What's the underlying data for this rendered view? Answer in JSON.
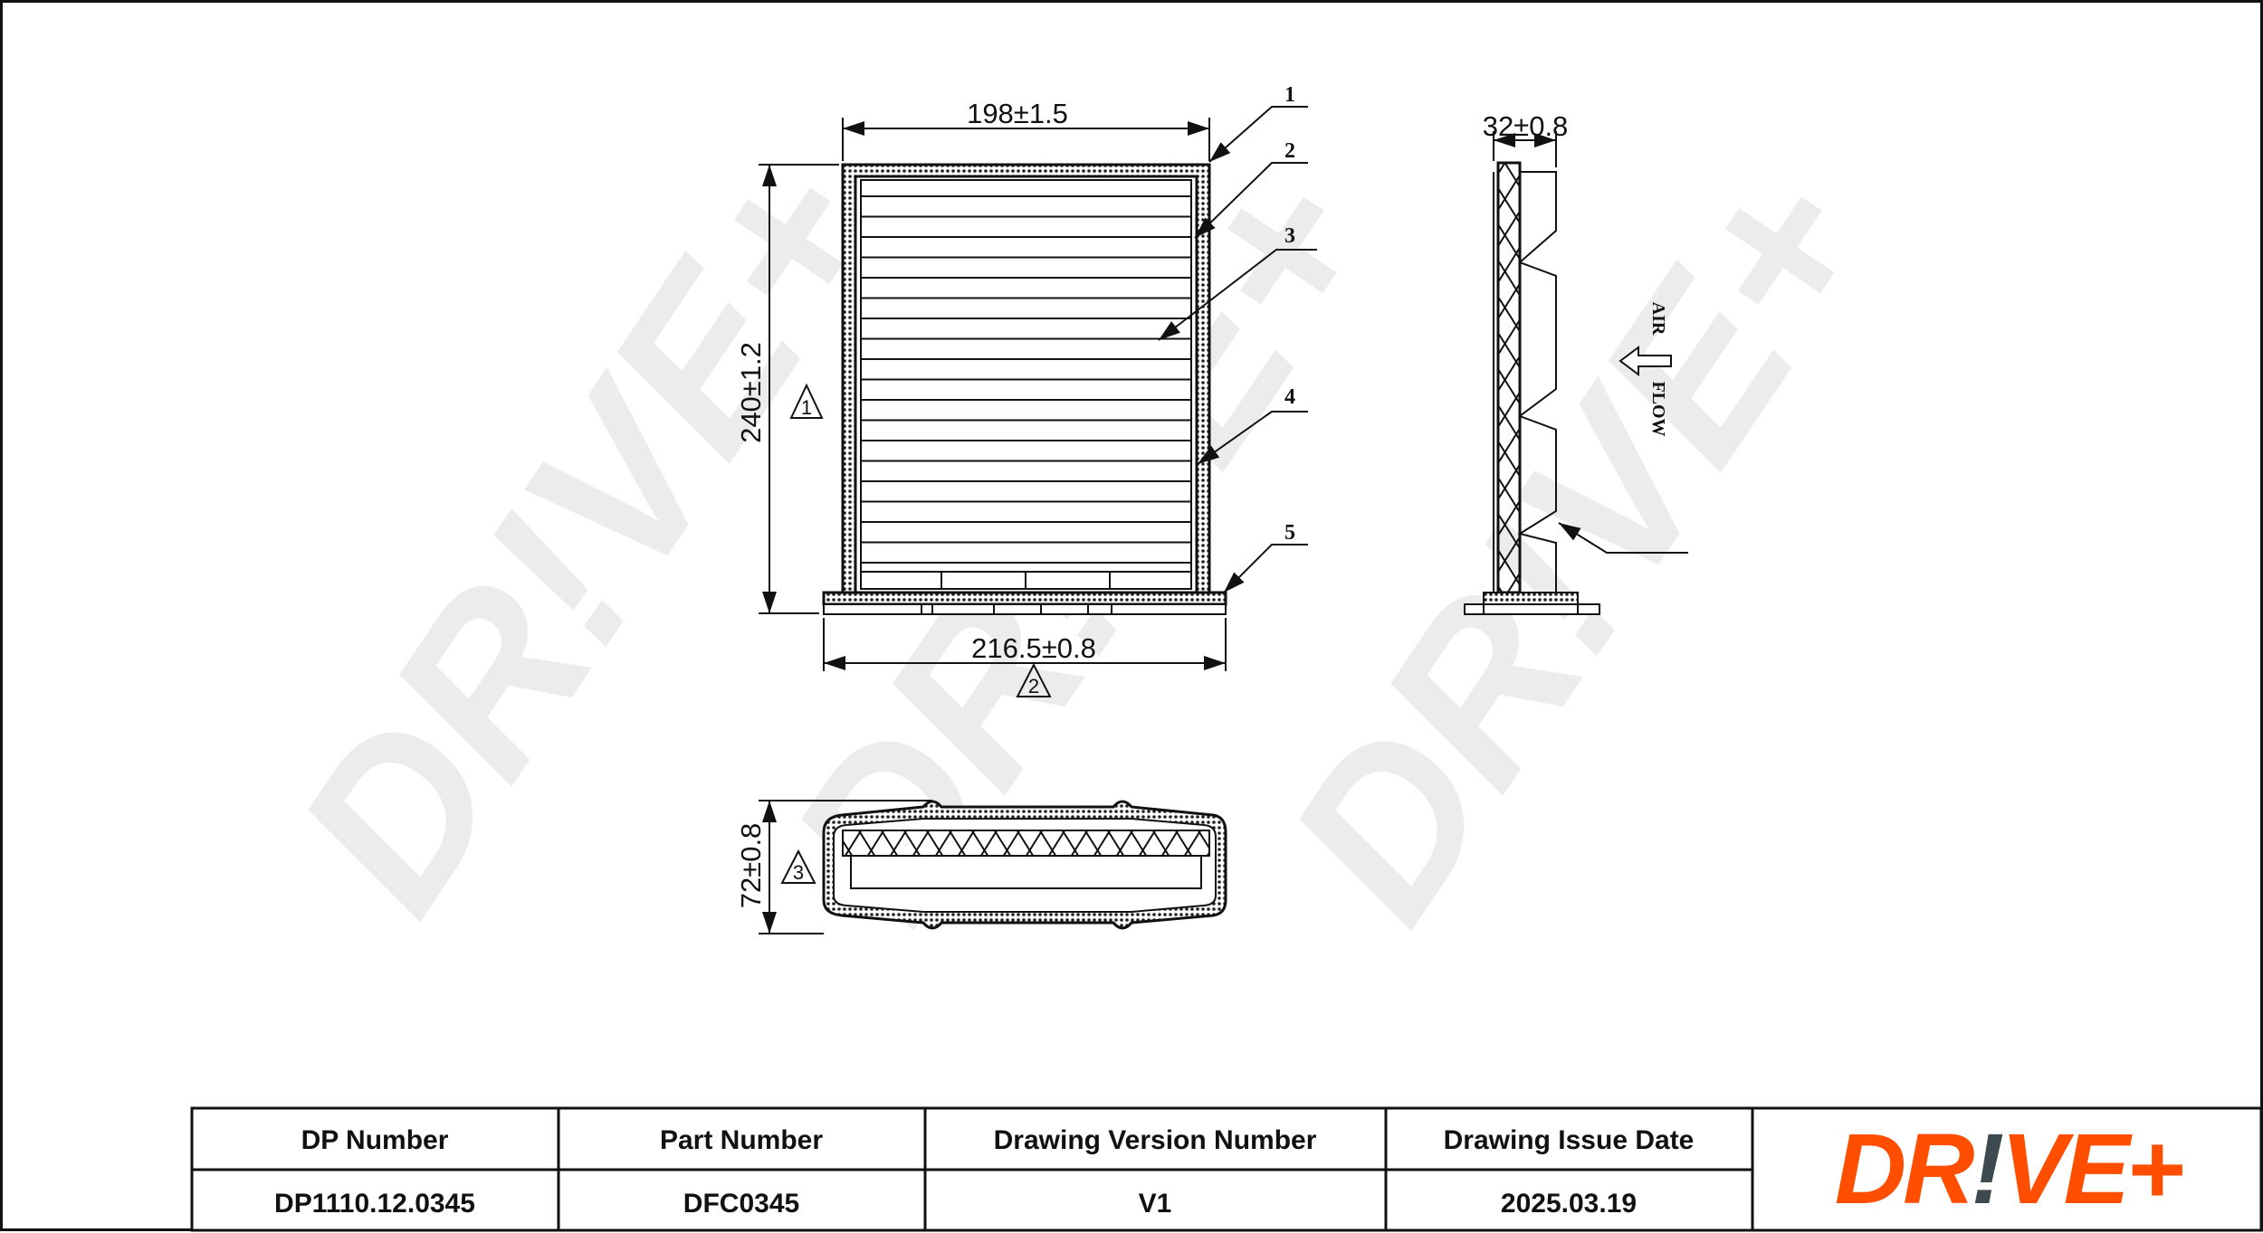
{
  "drawing": {
    "dimensions": {
      "width_top": "198±1.5",
      "height": "240±1.2",
      "width_bottom": "216.5±0.8",
      "thickness": "32±0.8",
      "depth": "72±0.8"
    },
    "reference_marks": [
      "1",
      "2",
      "3"
    ],
    "callouts": [
      "1",
      "2",
      "3",
      "4",
      "5"
    ],
    "air_flow": {
      "line1": "AIR",
      "line2": "FLOW"
    }
  },
  "title_block": {
    "headers": [
      "DP Number",
      "Part Number",
      "Drawing Version Number",
      "Drawing Issue Date"
    ],
    "values": [
      "DP1110.12.0345",
      "DFC0345",
      "V1",
      "2025.03.19"
    ]
  },
  "logo": {
    "text_a": "DR",
    "text_bang": "!",
    "text_b": "VE+",
    "watermark": "DR!VE+",
    "color": "#ff4e00",
    "bang_color": "#3d4a50"
  }
}
